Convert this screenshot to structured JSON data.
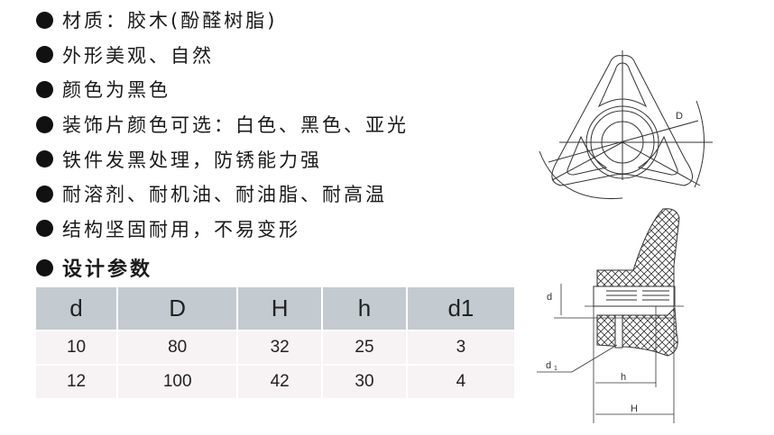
{
  "features": [
    {
      "text": "材质：胶木(酚醛树脂)"
    },
    {
      "text": "外形美观、自然"
    },
    {
      "text": "颜色为黑色"
    },
    {
      "text": "装饰片颜色可选：白色、黑色、亚光"
    },
    {
      "text": "铁件发黑处理，防锈能力强"
    },
    {
      "text": "耐溶剂、耐机油、耐油脂、耐高温"
    },
    {
      "text": "结构坚固耐用，不易变形"
    }
  ],
  "section_title": "设计参数",
  "table": {
    "headers": [
      "d",
      "D",
      "H",
      "h",
      "d1"
    ],
    "rows": [
      [
        "10",
        "80",
        "32",
        "25",
        "3"
      ],
      [
        "12",
        "100",
        "42",
        "30",
        "4"
      ]
    ]
  },
  "drawing_labels": {
    "top_view_D": "D",
    "side_d": "d",
    "side_d1": "d",
    "side_d1_sub": "1",
    "side_h": "h",
    "side_H": "H"
  },
  "colors": {
    "table_header_bg": "#c3cbd0",
    "table_row_bg": "#f7f2f3"
  }
}
